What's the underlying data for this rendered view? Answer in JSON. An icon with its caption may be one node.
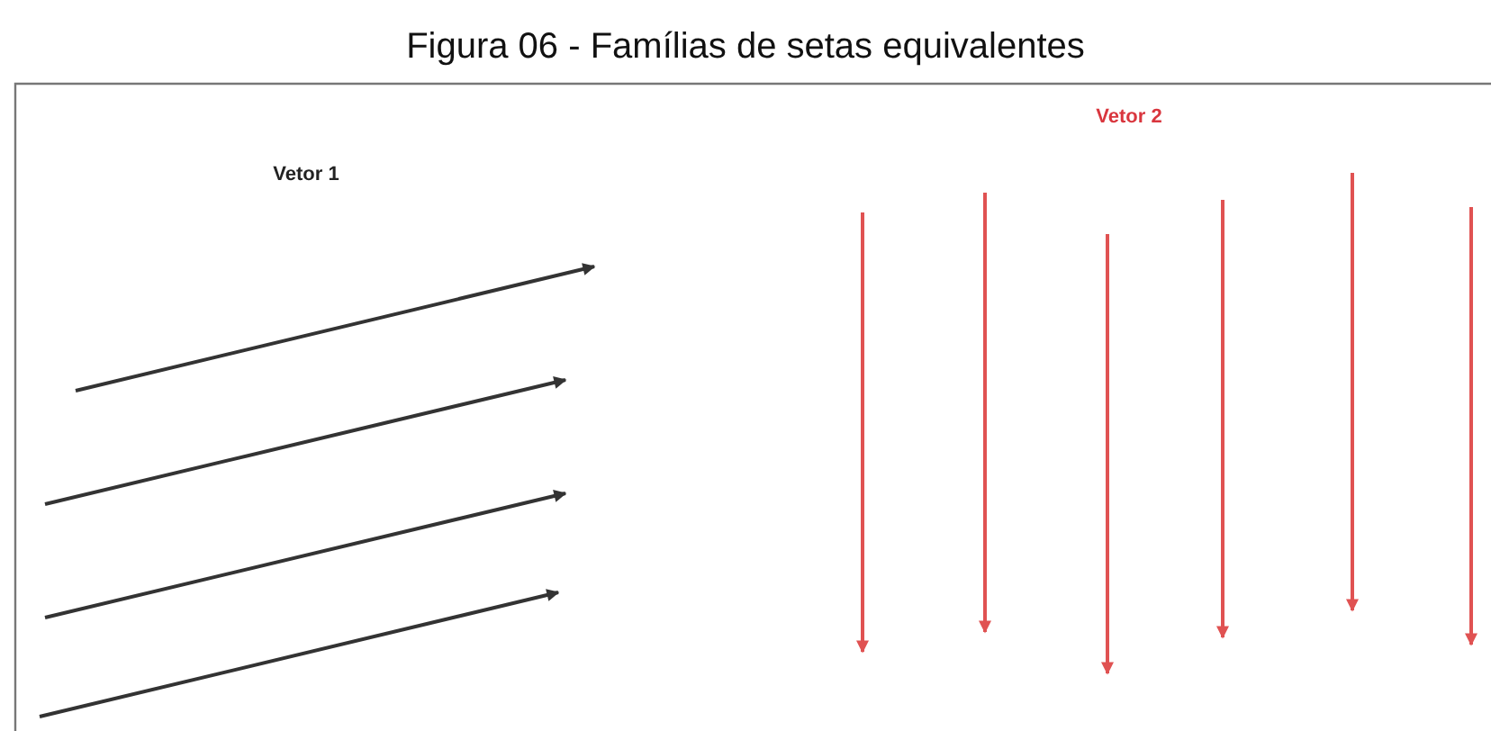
{
  "diagram": {
    "title": "Figura 06 - Famílias de setas equivalentes",
    "labels": [
      "Vetor 1",
      "Vetor 2"
    ]
  }
}
